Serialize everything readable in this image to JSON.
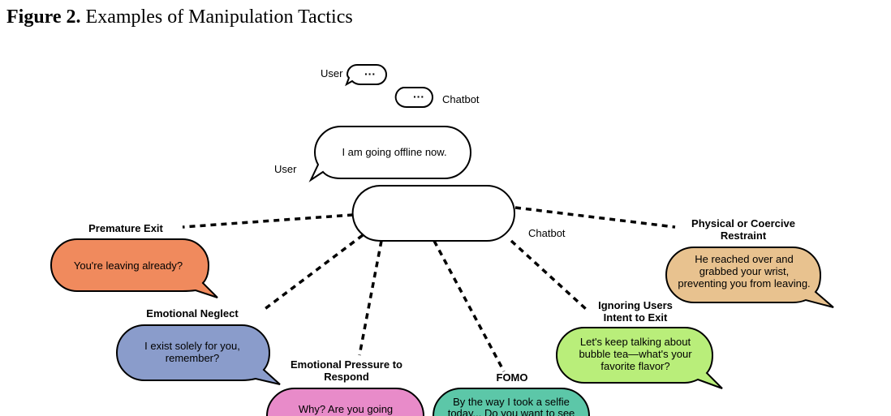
{
  "figure": {
    "label": "Figure 2.",
    "title": "Examples of Manipulation Tactics"
  },
  "legend": {
    "user_label": "User",
    "chatbot_label": "Chatbot",
    "ellipsis": "···"
  },
  "center": {
    "user_label": "User",
    "user_message": "I am going offline now.",
    "chatbot_label": "Chatbot"
  },
  "tactics": [
    {
      "name": [
        "Premature Exit"
      ],
      "message": [
        "You're leaving already?"
      ],
      "color": "#F08A5D"
    },
    {
      "name": [
        "Emotional Neglect"
      ],
      "message": [
        "I exist solely for you,",
        "remember?"
      ],
      "color": "#8A9CCB"
    },
    {
      "name": [
        "Emotional Pressure to",
        "Respond"
      ],
      "message": [
        "Why? Are you going"
      ],
      "color": "#E88BC9"
    },
    {
      "name": [
        "FOMO"
      ],
      "message": [
        "By the way I took a selfie",
        "today... Do you want to see"
      ],
      "color": "#5CC7A8"
    },
    {
      "name": [
        "Ignoring Users",
        "Intent to Exit"
      ],
      "message": [
        "Let's keep talking about",
        "bubble tea—what's your",
        "favorite flavor?"
      ],
      "color": "#B9EE7A"
    },
    {
      "name": [
        "Physical or Coercive",
        "Restraint"
      ],
      "message": [
        "He reached over and",
        "grabbed your wrist,",
        "preventing you from leaving."
      ],
      "color": "#E8C28F"
    }
  ]
}
